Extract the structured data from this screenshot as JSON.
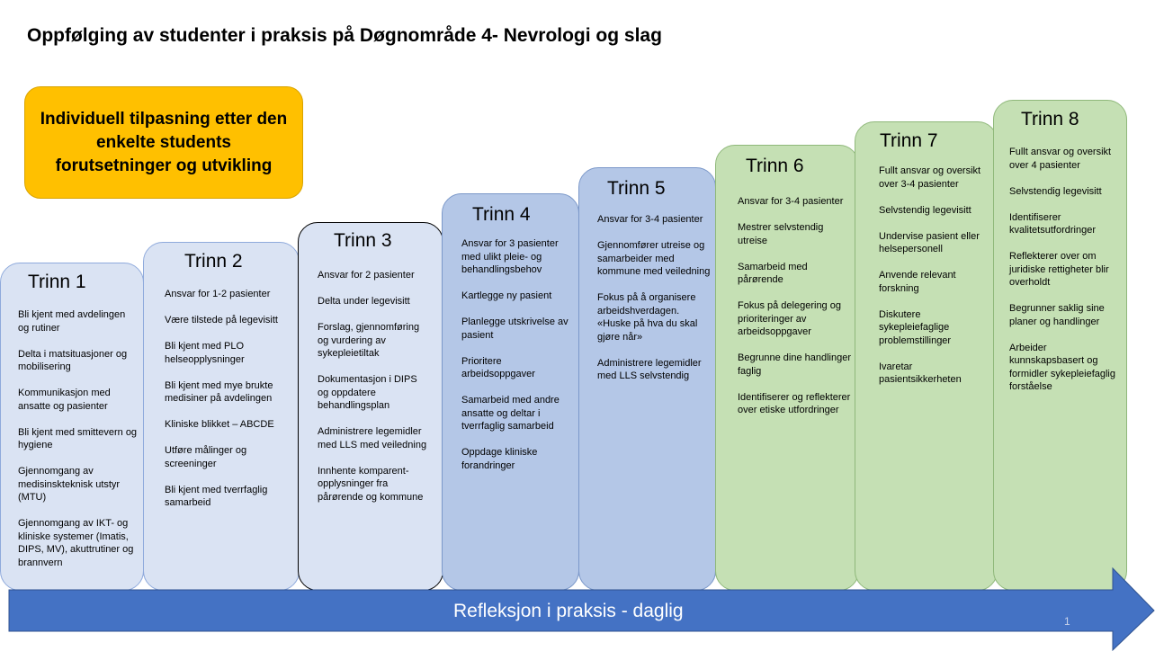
{
  "title": "Oppfølging av studenter i praksis på Døgnområde 4- Nevrologi og slag",
  "callout": "Individuell tilpasning etter den enkelte students forutsetninger og utvikling",
  "steps": [
    {
      "title": "Trinn 1",
      "items": [
        "Bli kjent med avdelingen og rutiner",
        "Delta i matsituasjoner og mobilisering",
        "Kommunikasjon med ansatte og pasienter",
        "Bli kjent med smittevern og hygiene",
        "Gjennomgang av medisinskteknisk utstyr (MTU)",
        "Gjennomgang av IKT- og kliniske systemer (Imatis, DIPS, MV), akuttrutiner og brannvern"
      ]
    },
    {
      "title": "Trinn 2",
      "items": [
        "Ansvar for 1-2 pasienter",
        "Være tilstede på legevisitt",
        "Bli kjent med PLO helseopplysninger",
        "Bli kjent med mye brukte medisiner på avdelingen",
        "Kliniske blikket – ABCDE",
        "Utføre målinger og screeninger",
        "Bli kjent med tverrfaglig samarbeid"
      ]
    },
    {
      "title": "Trinn 3",
      "items": [
        "Ansvar for 2 pasienter",
        "Delta under legevisitt",
        "Forslag, gjennomføring og vurdering av sykepleietiltak",
        "Dokumentasjon i DIPS og oppdatere behandlingsplan",
        "Administrere legemidler med LLS med veiledning",
        "Innhente komparent-opplysninger fra pårørende og kommune"
      ]
    },
    {
      "title": "Trinn 4",
      "items": [
        "Ansvar for 3 pasienter med ulikt pleie- og behandlingsbehov",
        "Kartlegge ny pasient",
        "Planlegge utskrivelse av pasient",
        "Prioritere arbeidsoppgaver",
        "Samarbeid med andre ansatte og deltar i tverrfaglig samarbeid",
        "Oppdage kliniske forandringer"
      ]
    },
    {
      "title": "Trinn 5",
      "items": [
        "Ansvar for 3-4 pasienter",
        "Gjennomfører utreise og samarbeider med kommune med veiledning",
        "Fokus på å organisere arbeidshverdagen. «Huske på hva du skal gjøre når»",
        "Administrere legemidler med LLS selvstendig"
      ]
    },
    {
      "title": "Trinn 6",
      "items": [
        "Ansvar for 3-4 pasienter",
        "Mestrer selvstendig utreise",
        "Samarbeid med pårørende",
        "Fokus på delegering og prioriteringer av arbeidsoppgaver",
        "Begrunne dine handlinger faglig",
        "Identifiserer og reflekterer over etiske utfordringer"
      ]
    },
    {
      "title": "Trinn 7",
      "items": [
        "Fullt ansvar og oversikt over 3-4 pasienter",
        "Selvstendig legevisitt",
        "Undervise pasient eller helsepersonell",
        "Anvende relevant forskning",
        "Diskutere sykepleiefaglige problemstillinger",
        "Ivaretar pasientsikkerheten"
      ]
    },
    {
      "title": "Trinn 8",
      "items": [
        "Fullt ansvar og oversikt over 4 pasienter",
        "Selvstendig legevisitt",
        "Identifiserer kvalitetsutfordringer",
        "Reflekterer over om juridiske rettigheter blir overholdt",
        "Begrunner saklig sine planer og handlinger",
        "Arbeider kunnskapsbasert og formidler sykepleiefaglig forståelse"
      ]
    }
  ],
  "arrow_label": "Refleksjon i praksis - daglig",
  "page_number": "1",
  "colors": {
    "callout": "#FFC000",
    "light_blue": "#DAE3F3",
    "mid_blue": "#B4C7E7",
    "green": "#C5E0B4",
    "arrow": "#4472C4"
  }
}
